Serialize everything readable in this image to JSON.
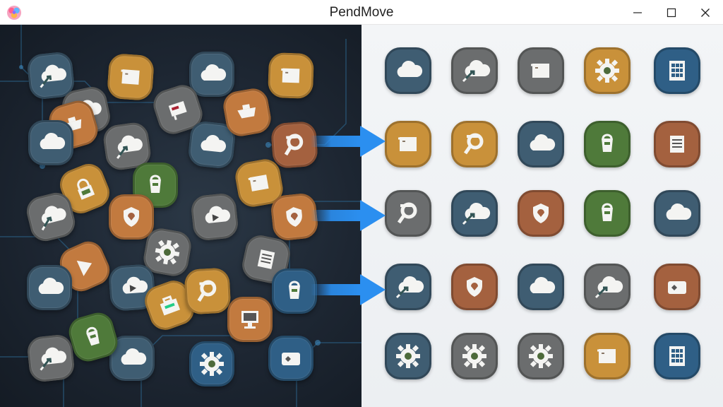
{
  "window": {
    "title": "PendMove",
    "controls": [
      "minimize-icon",
      "maximize-icon",
      "close-icon"
    ]
  },
  "colors": {
    "slate": "#3f5d72",
    "orange": "#c27a3f",
    "amber": "#c9913a",
    "gray": "#6b6d6e",
    "green": "#4f7a3a",
    "rust": "#a4613f",
    "steel": "#2f5f86",
    "arrow": "#2b8ff0",
    "dark_bg": "#1d2632",
    "light_bg": "#eef1f4"
  },
  "left_scatter": [
    {
      "icon": "cloud-link-icon",
      "color": "slate",
      "rot": -6
    },
    {
      "icon": "folder-swirl-icon",
      "color": "amber",
      "rot": 4
    },
    {
      "icon": "cloud-icon",
      "color": "slate",
      "rot": 0
    },
    {
      "icon": "folder-swirl-icon",
      "color": "amber",
      "rot": 2
    },
    {
      "icon": "paint-tray-icon",
      "color": "gray",
      "rot": -18
    },
    {
      "icon": "cloud-link-icon",
      "color": "gray",
      "rot": -12
    },
    {
      "icon": "tray-tag-icon",
      "color": "orange",
      "rot": -16
    },
    {
      "icon": "cloud-icon",
      "color": "slate",
      "rot": 0
    },
    {
      "icon": "cloud-link-icon",
      "color": "gray",
      "rot": -8
    },
    {
      "icon": "cloud-icon",
      "color": "slate",
      "rot": 6
    },
    {
      "icon": "tray-tag-icon",
      "color": "orange",
      "rot": -10
    },
    {
      "icon": "pick-icon",
      "color": "rust",
      "rot": -4
    },
    {
      "icon": "lock-icon",
      "color": "amber",
      "rot": -22
    },
    {
      "icon": "bucket-icon",
      "color": "green",
      "rot": 0
    },
    {
      "icon": "folder-swirl-icon",
      "color": "amber",
      "rot": -10
    },
    {
      "icon": "cloud-play-icon",
      "color": "gray",
      "rot": -6
    },
    {
      "icon": "shield-icon",
      "color": "orange",
      "rot": 0
    },
    {
      "icon": "cloud-link-icon",
      "color": "gray",
      "rot": -14
    },
    {
      "icon": "shield-icon",
      "color": "orange",
      "rot": -6
    },
    {
      "icon": "gear-icon",
      "color": "gray",
      "rot": 10
    },
    {
      "icon": "notes-icon",
      "color": "gray",
      "rot": 12
    },
    {
      "icon": "play-icon",
      "color": "orange",
      "rot": -24
    },
    {
      "icon": "cloud-icon",
      "color": "slate",
      "rot": 0
    },
    {
      "icon": "cloud-play-icon",
      "color": "slate",
      "rot": -4
    },
    {
      "icon": "briefcase-icon",
      "color": "amber",
      "rot": -20
    },
    {
      "icon": "pick-icon",
      "color": "amber",
      "rot": -3
    },
    {
      "icon": "bucket-icon",
      "color": "steel",
      "rot": 0
    },
    {
      "icon": "monitor-icon",
      "color": "orange",
      "rot": 0
    },
    {
      "icon": "cloud-link-icon",
      "color": "gray",
      "rot": -6
    },
    {
      "icon": "cloud-icon",
      "color": "slate",
      "rot": 0
    },
    {
      "icon": "gear-icon",
      "color": "steel",
      "rot": 0
    },
    {
      "icon": "card-icon",
      "color": "steel",
      "rot": 0
    },
    {
      "icon": "bucket-icon",
      "color": "green",
      "rot": -16
    }
  ],
  "right_grid": [
    [
      {
        "icon": "cloud-icon",
        "color": "slate"
      },
      {
        "icon": "cloud-link-icon",
        "color": "gray"
      },
      {
        "icon": "folder-swirl-icon",
        "color": "gray"
      },
      {
        "icon": "gear-icon",
        "color": "amber"
      },
      {
        "icon": "building-icon",
        "color": "steel"
      }
    ],
    [
      {
        "icon": "folder-swirl-icon",
        "color": "amber"
      },
      {
        "icon": "pick-icon",
        "color": "amber"
      },
      {
        "icon": "cloud-icon",
        "color": "slate"
      },
      {
        "icon": "bucket-icon",
        "color": "green"
      },
      {
        "icon": "notes-icon",
        "color": "rust"
      }
    ],
    [
      {
        "icon": "pick-icon",
        "color": "gray"
      },
      {
        "icon": "cloud-link-icon",
        "color": "slate"
      },
      {
        "icon": "shield-icon",
        "color": "rust"
      },
      {
        "icon": "bucket-icon",
        "color": "green"
      },
      {
        "icon": "cloud-icon",
        "color": "slate"
      }
    ],
    [
      {
        "icon": "cloud-link-icon",
        "color": "slate"
      },
      {
        "icon": "shield-icon",
        "color": "rust"
      },
      {
        "icon": "cloud-icon",
        "color": "slate"
      },
      {
        "icon": "cloud-link-icon",
        "color": "gray"
      },
      {
        "icon": "card-icon",
        "color": "rust"
      }
    ],
    [
      {
        "icon": "gear-icon",
        "color": "slate"
      },
      {
        "icon": "gear-icon",
        "color": "gray"
      },
      {
        "icon": "gear-icon",
        "color": "gray"
      },
      {
        "icon": "folder-swirl-icon",
        "color": "amber"
      },
      {
        "icon": "building-icon",
        "color": "steel"
      }
    ]
  ],
  "transfer_arrows": [
    "sort-arrow-icon",
    "sort-arrow-icon",
    "sort-arrow-icon"
  ]
}
